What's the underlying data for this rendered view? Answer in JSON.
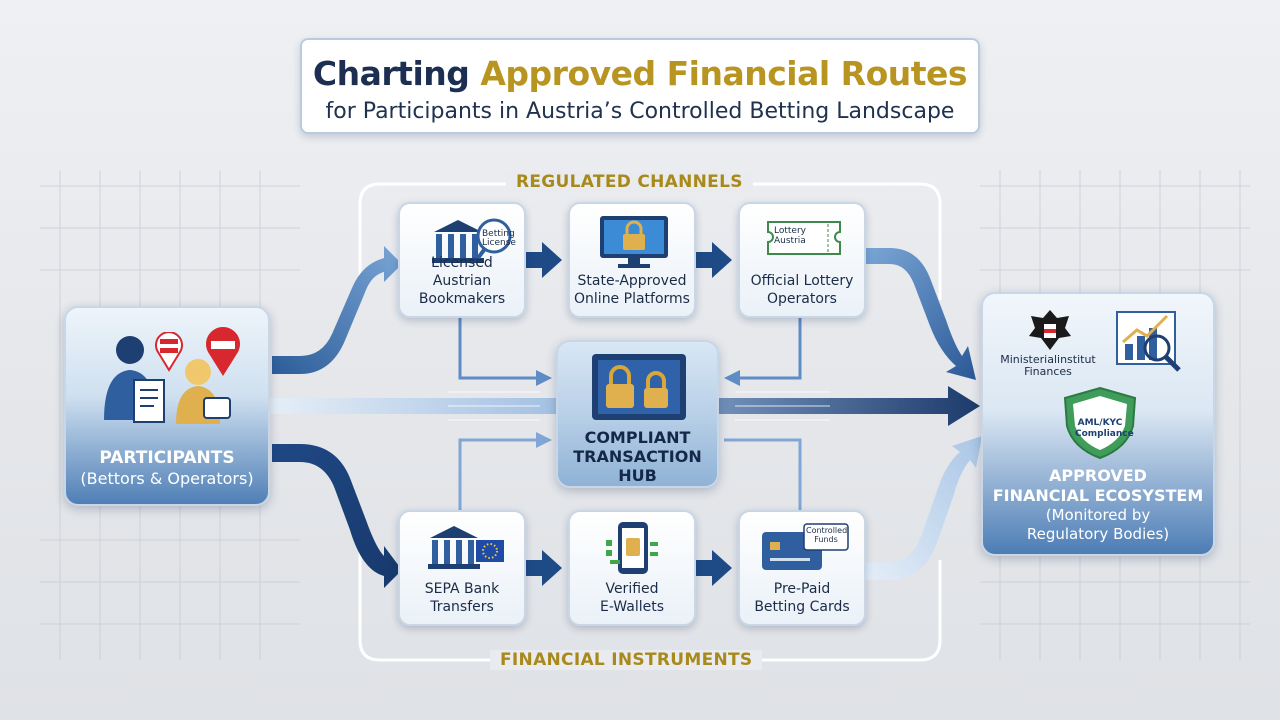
{
  "title": {
    "line1_dark": "Charting",
    "line1_gold": "Approved Financial Routes",
    "line2": "for Participants in Austria’s Controlled Betting Landscape"
  },
  "sections": {
    "regulated": "REGULATED CHANNELS",
    "financial": "FINANCIAL INSTRUMENTS"
  },
  "participants": {
    "label": "PARTICIPANTS",
    "sublabel": "(Bettors & Operators)"
  },
  "hub": {
    "label_line1": "COMPLIANT",
    "label_line2": "TRANSACTION",
    "label_line3": "HUB"
  },
  "regulated_channels": [
    {
      "line1": "Licensed Austrian",
      "line2": "Bookmakers",
      "icon": "bank-magnifier-icon",
      "badge_text": "Betting License"
    },
    {
      "line1": "State-Approved",
      "line2": "Online Platforms",
      "icon": "monitor-lock-icon"
    },
    {
      "line1": "Official Lottery",
      "line2": "Operators",
      "icon": "lottery-ticket-icon",
      "badge_text": "Lottery Austria"
    }
  ],
  "financial_instruments": [
    {
      "line1": "SEPA Bank",
      "line2": "Transfers",
      "icon": "bank-eu-flag-icon"
    },
    {
      "line1": "Verified",
      "line2": "E-Wallets",
      "icon": "phone-wallet-icon"
    },
    {
      "line1": "Pre-Paid",
      "line2": "Betting Cards",
      "icon": "card-icon",
      "badge_text": "Controlled Funds"
    }
  ],
  "ecosystem": {
    "label_line1": "APPROVED",
    "label_line2": "FINANCIAL ECOSYSTEM",
    "label_line3": "(Monitored by",
    "label_line4": "Regulatory Bodies)",
    "ministry_text": "Ministerialinstitut Finances",
    "shield_text": "AML/KYC Compliance"
  },
  "colors": {
    "navy": "#1c3a6b",
    "mid_blue": "#3f6ea8",
    "light_blue": "#8fb4da",
    "gold": "#b89420",
    "austria_red": "#d7282f"
  }
}
